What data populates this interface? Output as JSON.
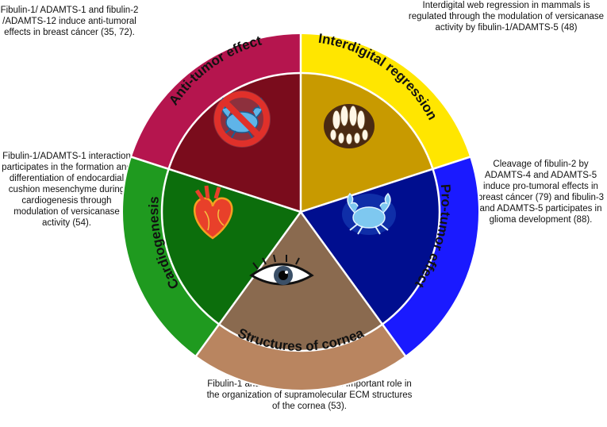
{
  "notes": {
    "anti_tumor": "Fibulin-1/ ADAMTS-1 and fibulin-2 /ADAMTS-12 induce anti-tumoral effects in breast cáncer (35, 72).",
    "interdigital": "Interdigital web regression in mammals is regulated through the modulation of versicanase activity by fibulin-1/ADAMTS-5 (48)",
    "cardiogenesis": "Fibulin-1/ADAMTS-1 interaction participates in the formation and differentiation of endocardial cushion mesenchyme during cardiogenesis through modulation of versicanase activity (54).",
    "pro_tumor": "Cleavage of fibulin-2 by ADAMTS-4 and ADAMTS-5 induce pro-tumoral effects in breast cáncer (79) and fibulin-3 and ADAMTS-5 participates in glioma development (88).",
    "cornea": "Fibulin-1 and ADAMTS-1 have an Important role in the organization of supramolecular ECM structures of the cornea (53)."
  },
  "segments": {
    "anti_tumor": "Anti-tumor effect",
    "interdigital": "Interdigital regression",
    "pro_tumor": "Pro-tumor effect",
    "cornea": "Structures of cornea",
    "cardiogenesis": "Cardiogenesis"
  },
  "colors": {
    "anti_tumor_outer": "#b5154e",
    "anti_tumor_inner": "#7a0c1c",
    "interdigital_outer": "#ffe600",
    "interdigital_inner": "#c89a00",
    "pro_tumor_outer": "#1a1aff",
    "pro_tumor_inner": "#000e8f",
    "cornea_outer": "#b98560",
    "cornea_inner": "#8a6a4f",
    "cardiogenesis_outer": "#1f9a1f",
    "cardiogenesis_inner": "#0c6e0c"
  },
  "icons": {
    "anti_tumor": "crossed-out-crab-icon",
    "interdigital": "webbed-hand-icon",
    "pro_tumor": "crab-icon",
    "cornea": "eye-icon",
    "cardiogenesis": "heart-icon"
  }
}
